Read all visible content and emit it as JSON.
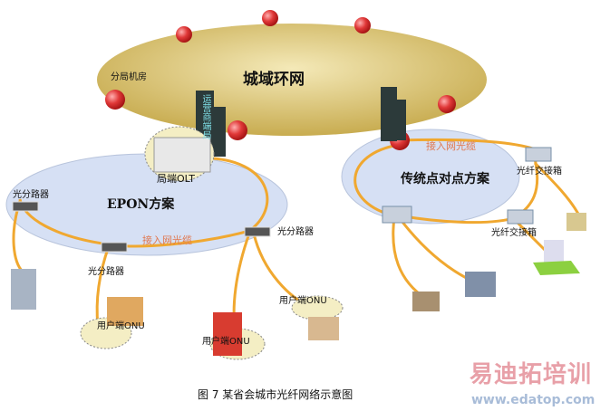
{
  "metro_ring": {
    "label": "城域环网",
    "office_label": "分局机房"
  },
  "operator_building_text": "运营商端局",
  "epon": {
    "label": "EPON方案",
    "olt_label": "局端OLT",
    "fiber_label": "接入网光缆",
    "splitters": [
      "光分路器",
      "光分路器",
      "光分路器"
    ],
    "onus": [
      "用户端ONU",
      "用户端ONU",
      "用户端ONU"
    ]
  },
  "p2p": {
    "label": "传统点对点方案",
    "fiber_label": "接入网光缆",
    "boxes": [
      "光纤交接箱",
      "光纤交接箱"
    ]
  },
  "caption": "图 7  某省会城市光纤网络示意图",
  "watermark": {
    "brand": "易迪拓培训",
    "url": "www.edatop.com"
  },
  "colors": {
    "metro": "#d9c36a",
    "epon": "#d6e0f4",
    "fiber": "#f0a830",
    "node": "#d83030"
  }
}
